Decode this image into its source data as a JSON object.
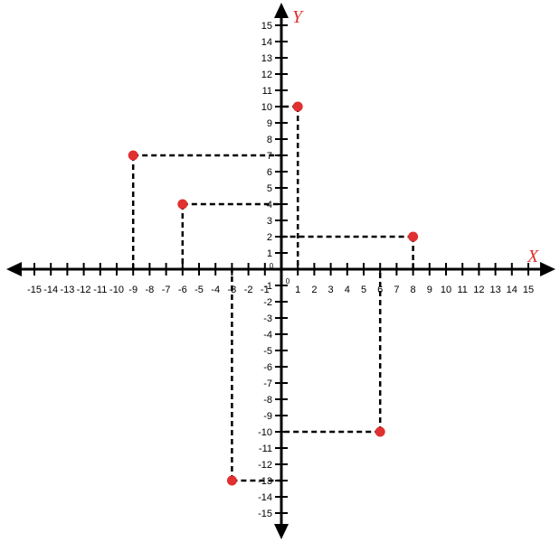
{
  "chart_data": {
    "type": "scatter",
    "xlabel": "X",
    "ylabel": "Y",
    "xlim": [
      -15,
      15
    ],
    "ylim": [
      -15,
      15
    ],
    "grid": false,
    "origin_label": "0",
    "x_ticks": [
      -15,
      -14,
      -13,
      -12,
      -11,
      -10,
      -9,
      -8,
      -7,
      -6,
      -5,
      -4,
      -3,
      -2,
      -1,
      1,
      2,
      3,
      4,
      5,
      6,
      7,
      8,
      9,
      10,
      11,
      12,
      13,
      14,
      15
    ],
    "y_ticks": [
      15,
      14,
      13,
      12,
      11,
      10,
      9,
      8,
      7,
      6,
      5,
      4,
      3,
      2,
      1,
      -1,
      -2,
      -3,
      -4,
      -5,
      -6,
      -7,
      -8,
      -9,
      -10,
      -11,
      -12,
      -13,
      -14,
      -15
    ],
    "points": [
      {
        "x": 1,
        "y": 10
      },
      {
        "x": -9,
        "y": 7
      },
      {
        "x": -6,
        "y": 4
      },
      {
        "x": 8,
        "y": 2
      },
      {
        "x": 6,
        "y": -10
      },
      {
        "x": -3,
        "y": -13
      }
    ],
    "colors": {
      "point": "#e03030",
      "axis": "#000000",
      "label": "#e03030"
    }
  }
}
